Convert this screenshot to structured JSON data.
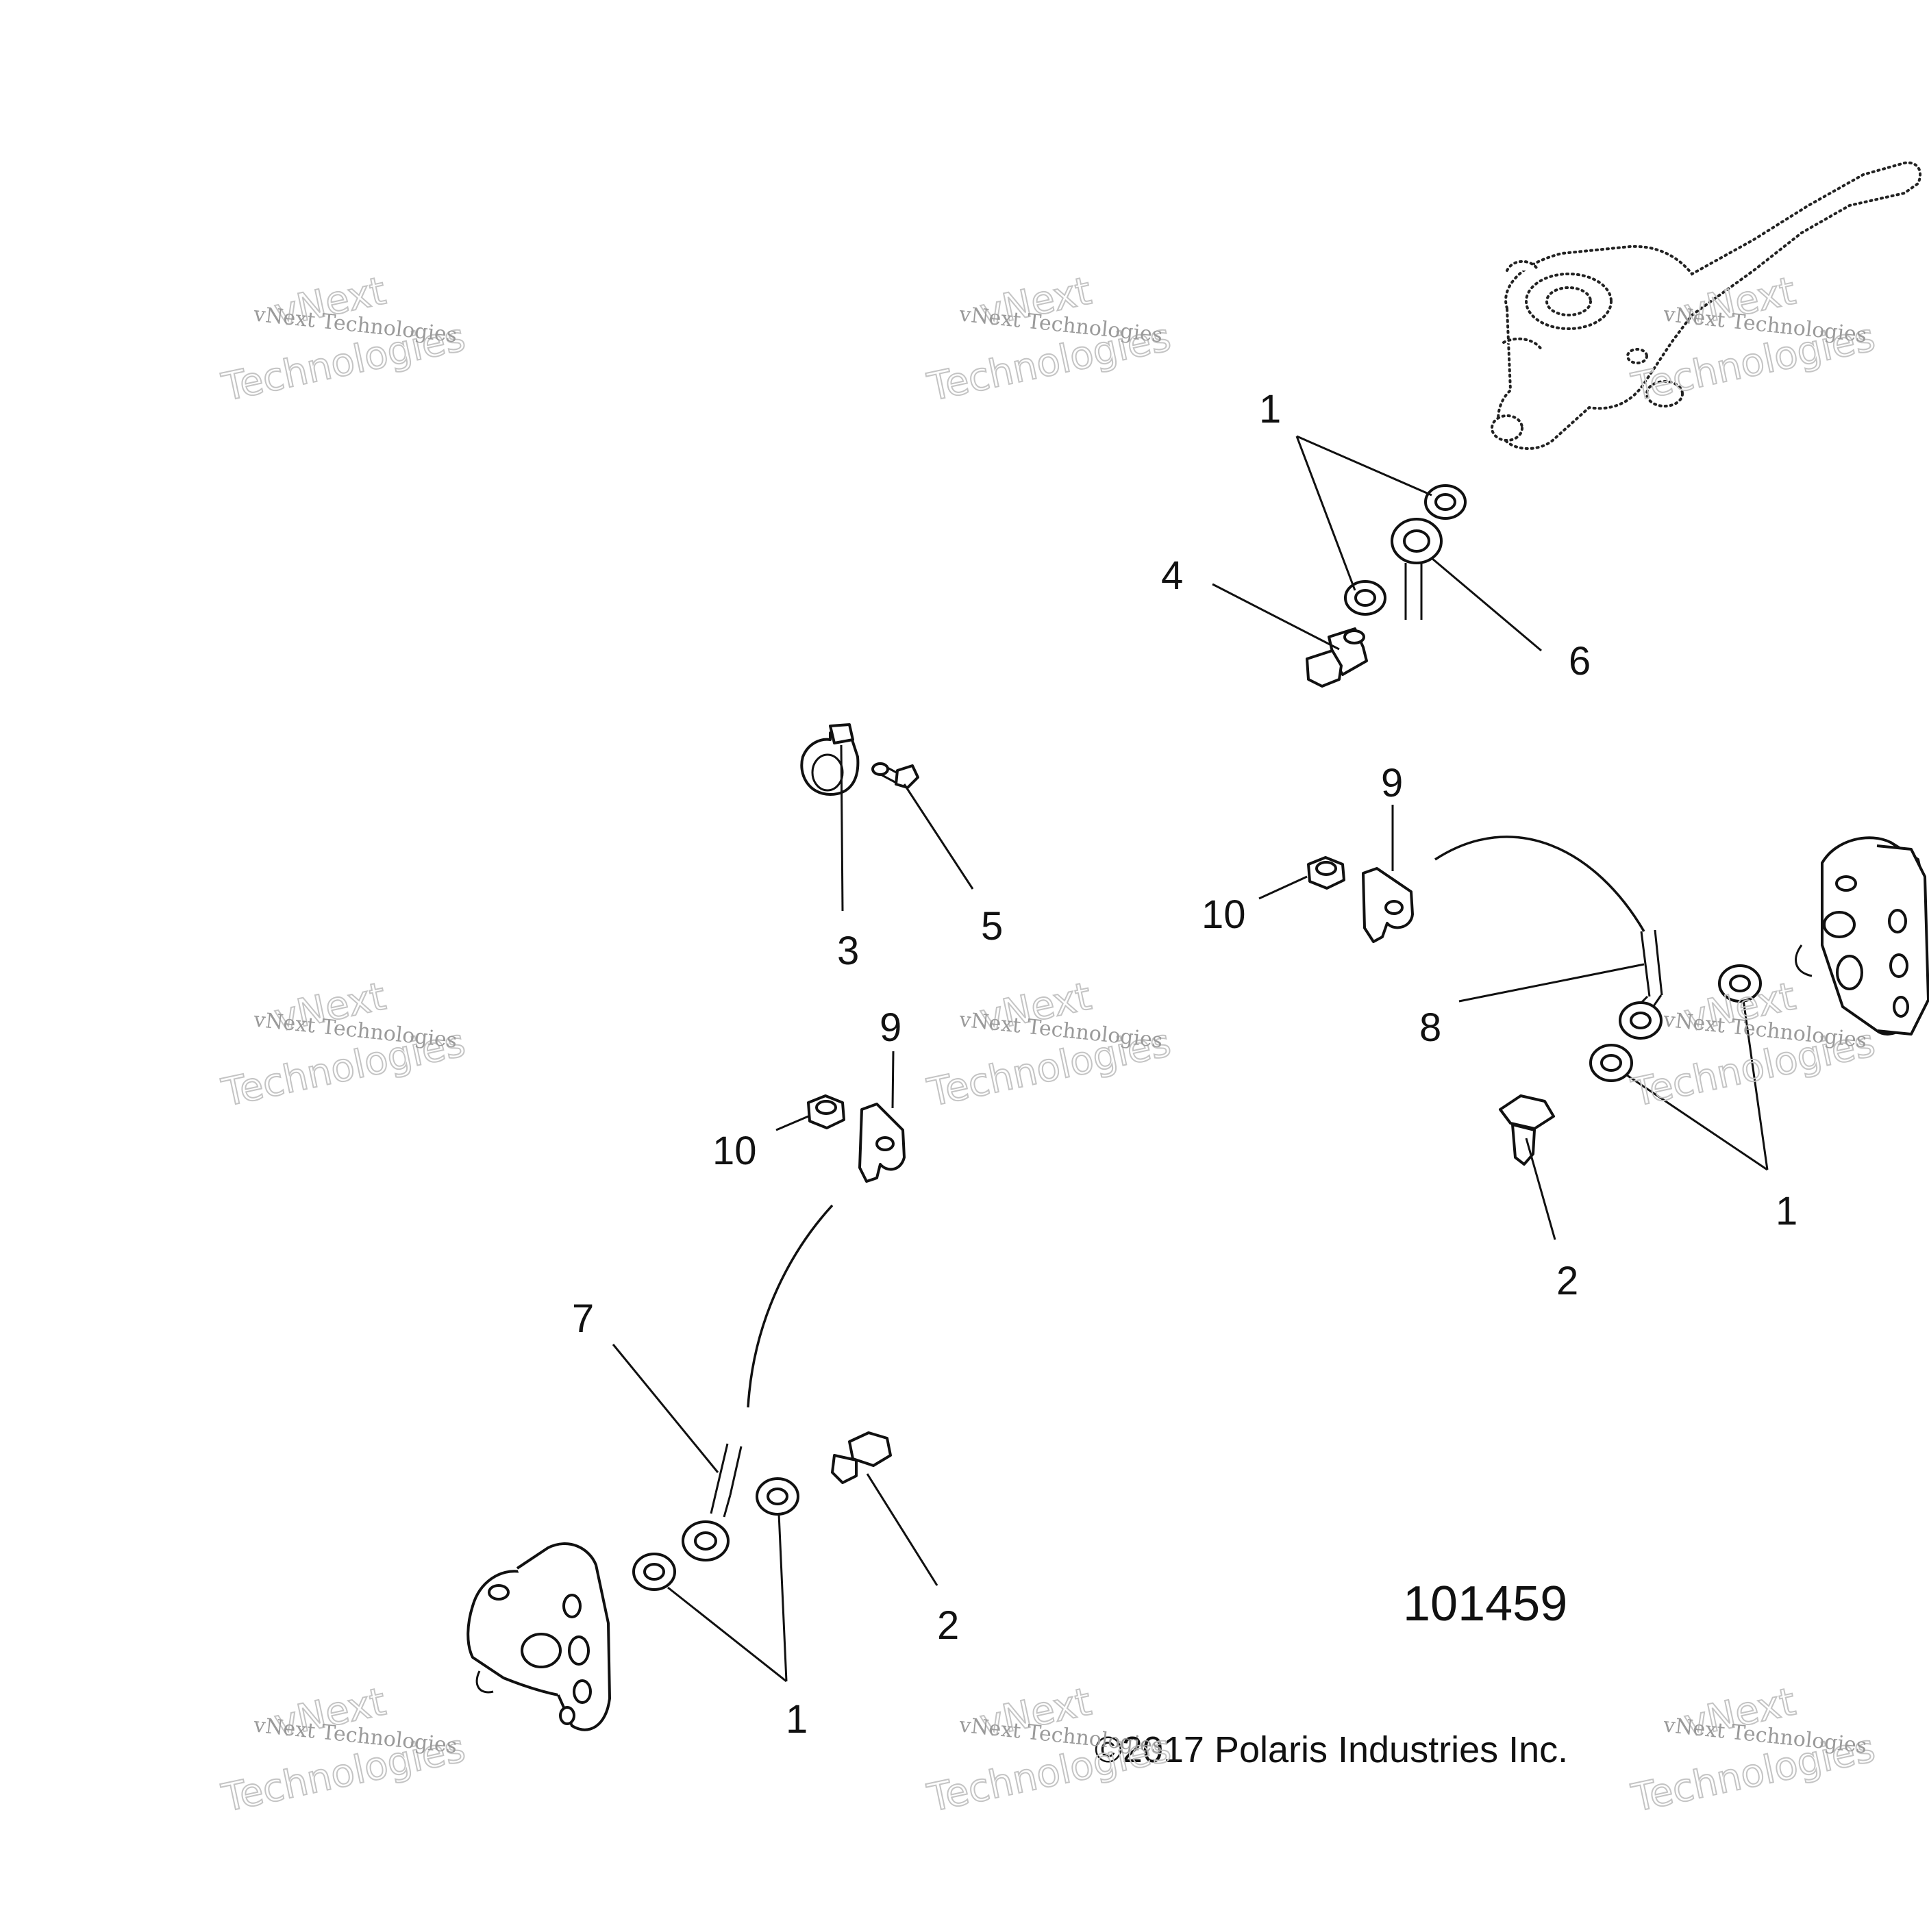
{
  "figure_id": "101459",
  "copyright": "©2017 Polaris Industries Inc.",
  "watermark": {
    "line1": "vNext Technologies",
    "line2": "vNext",
    "line3": "Technologies"
  },
  "callouts": [
    "1",
    "1",
    "1",
    "2",
    "2",
    "3",
    "4",
    "5",
    "6",
    "7",
    "8",
    "9",
    "9",
    "10",
    "10"
  ],
  "parts": [
    {
      "ref": "1",
      "kind": "washer"
    },
    {
      "ref": "2",
      "kind": "bolt"
    },
    {
      "ref": "3",
      "kind": "hose-clamp"
    },
    {
      "ref": "4",
      "kind": "banjo-bolt"
    },
    {
      "ref": "5",
      "kind": "screw"
    },
    {
      "ref": "6",
      "kind": "banjo-fitting"
    },
    {
      "ref": "7",
      "kind": "brake-line"
    },
    {
      "ref": "8",
      "kind": "brake-line"
    },
    {
      "ref": "9",
      "kind": "line-clip"
    },
    {
      "ref": "10",
      "kind": "nut"
    }
  ]
}
